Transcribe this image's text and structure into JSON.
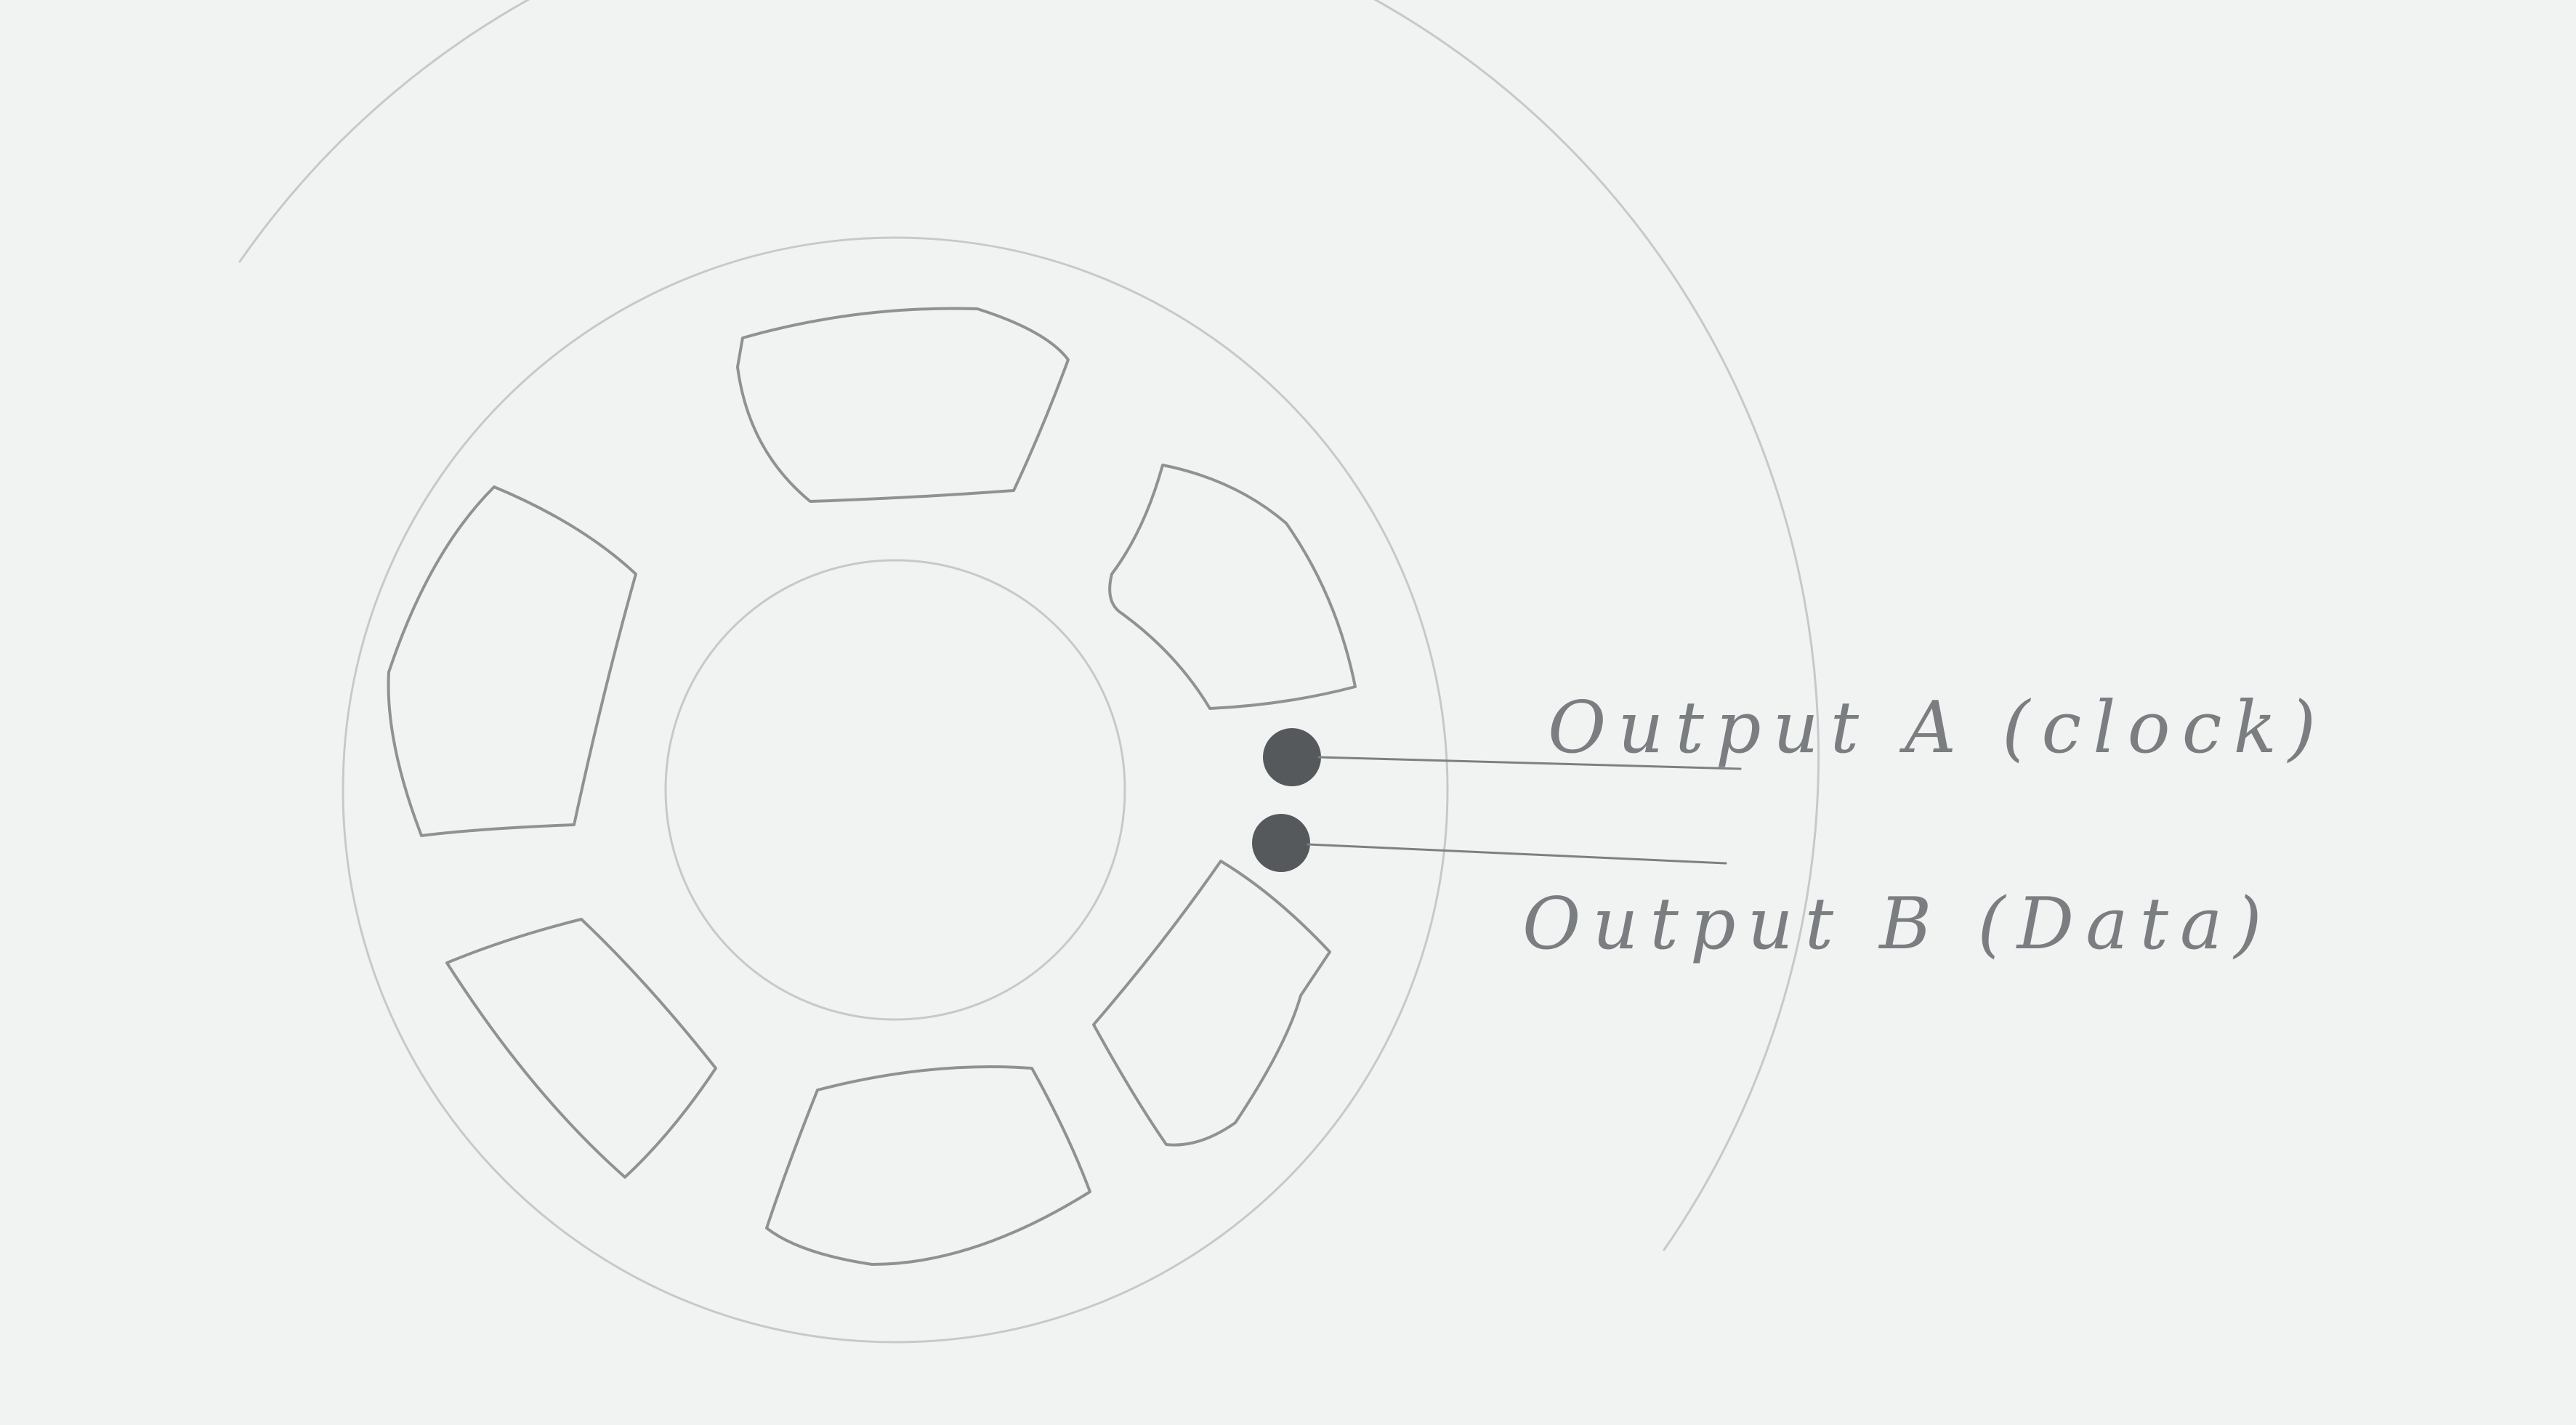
{
  "diagram": {
    "outputs": [
      {
        "id": "a",
        "label": "Output A (clock)"
      },
      {
        "id": "b",
        "label": "Output B (Data)"
      }
    ],
    "slot_count": 6,
    "sensor_count": 2
  },
  "colors": {
    "paper": "#f1f3f3",
    "pencil": "#8f9294",
    "pencil_faint": "#c6c9ca",
    "sensor_dot": "#56595b"
  }
}
